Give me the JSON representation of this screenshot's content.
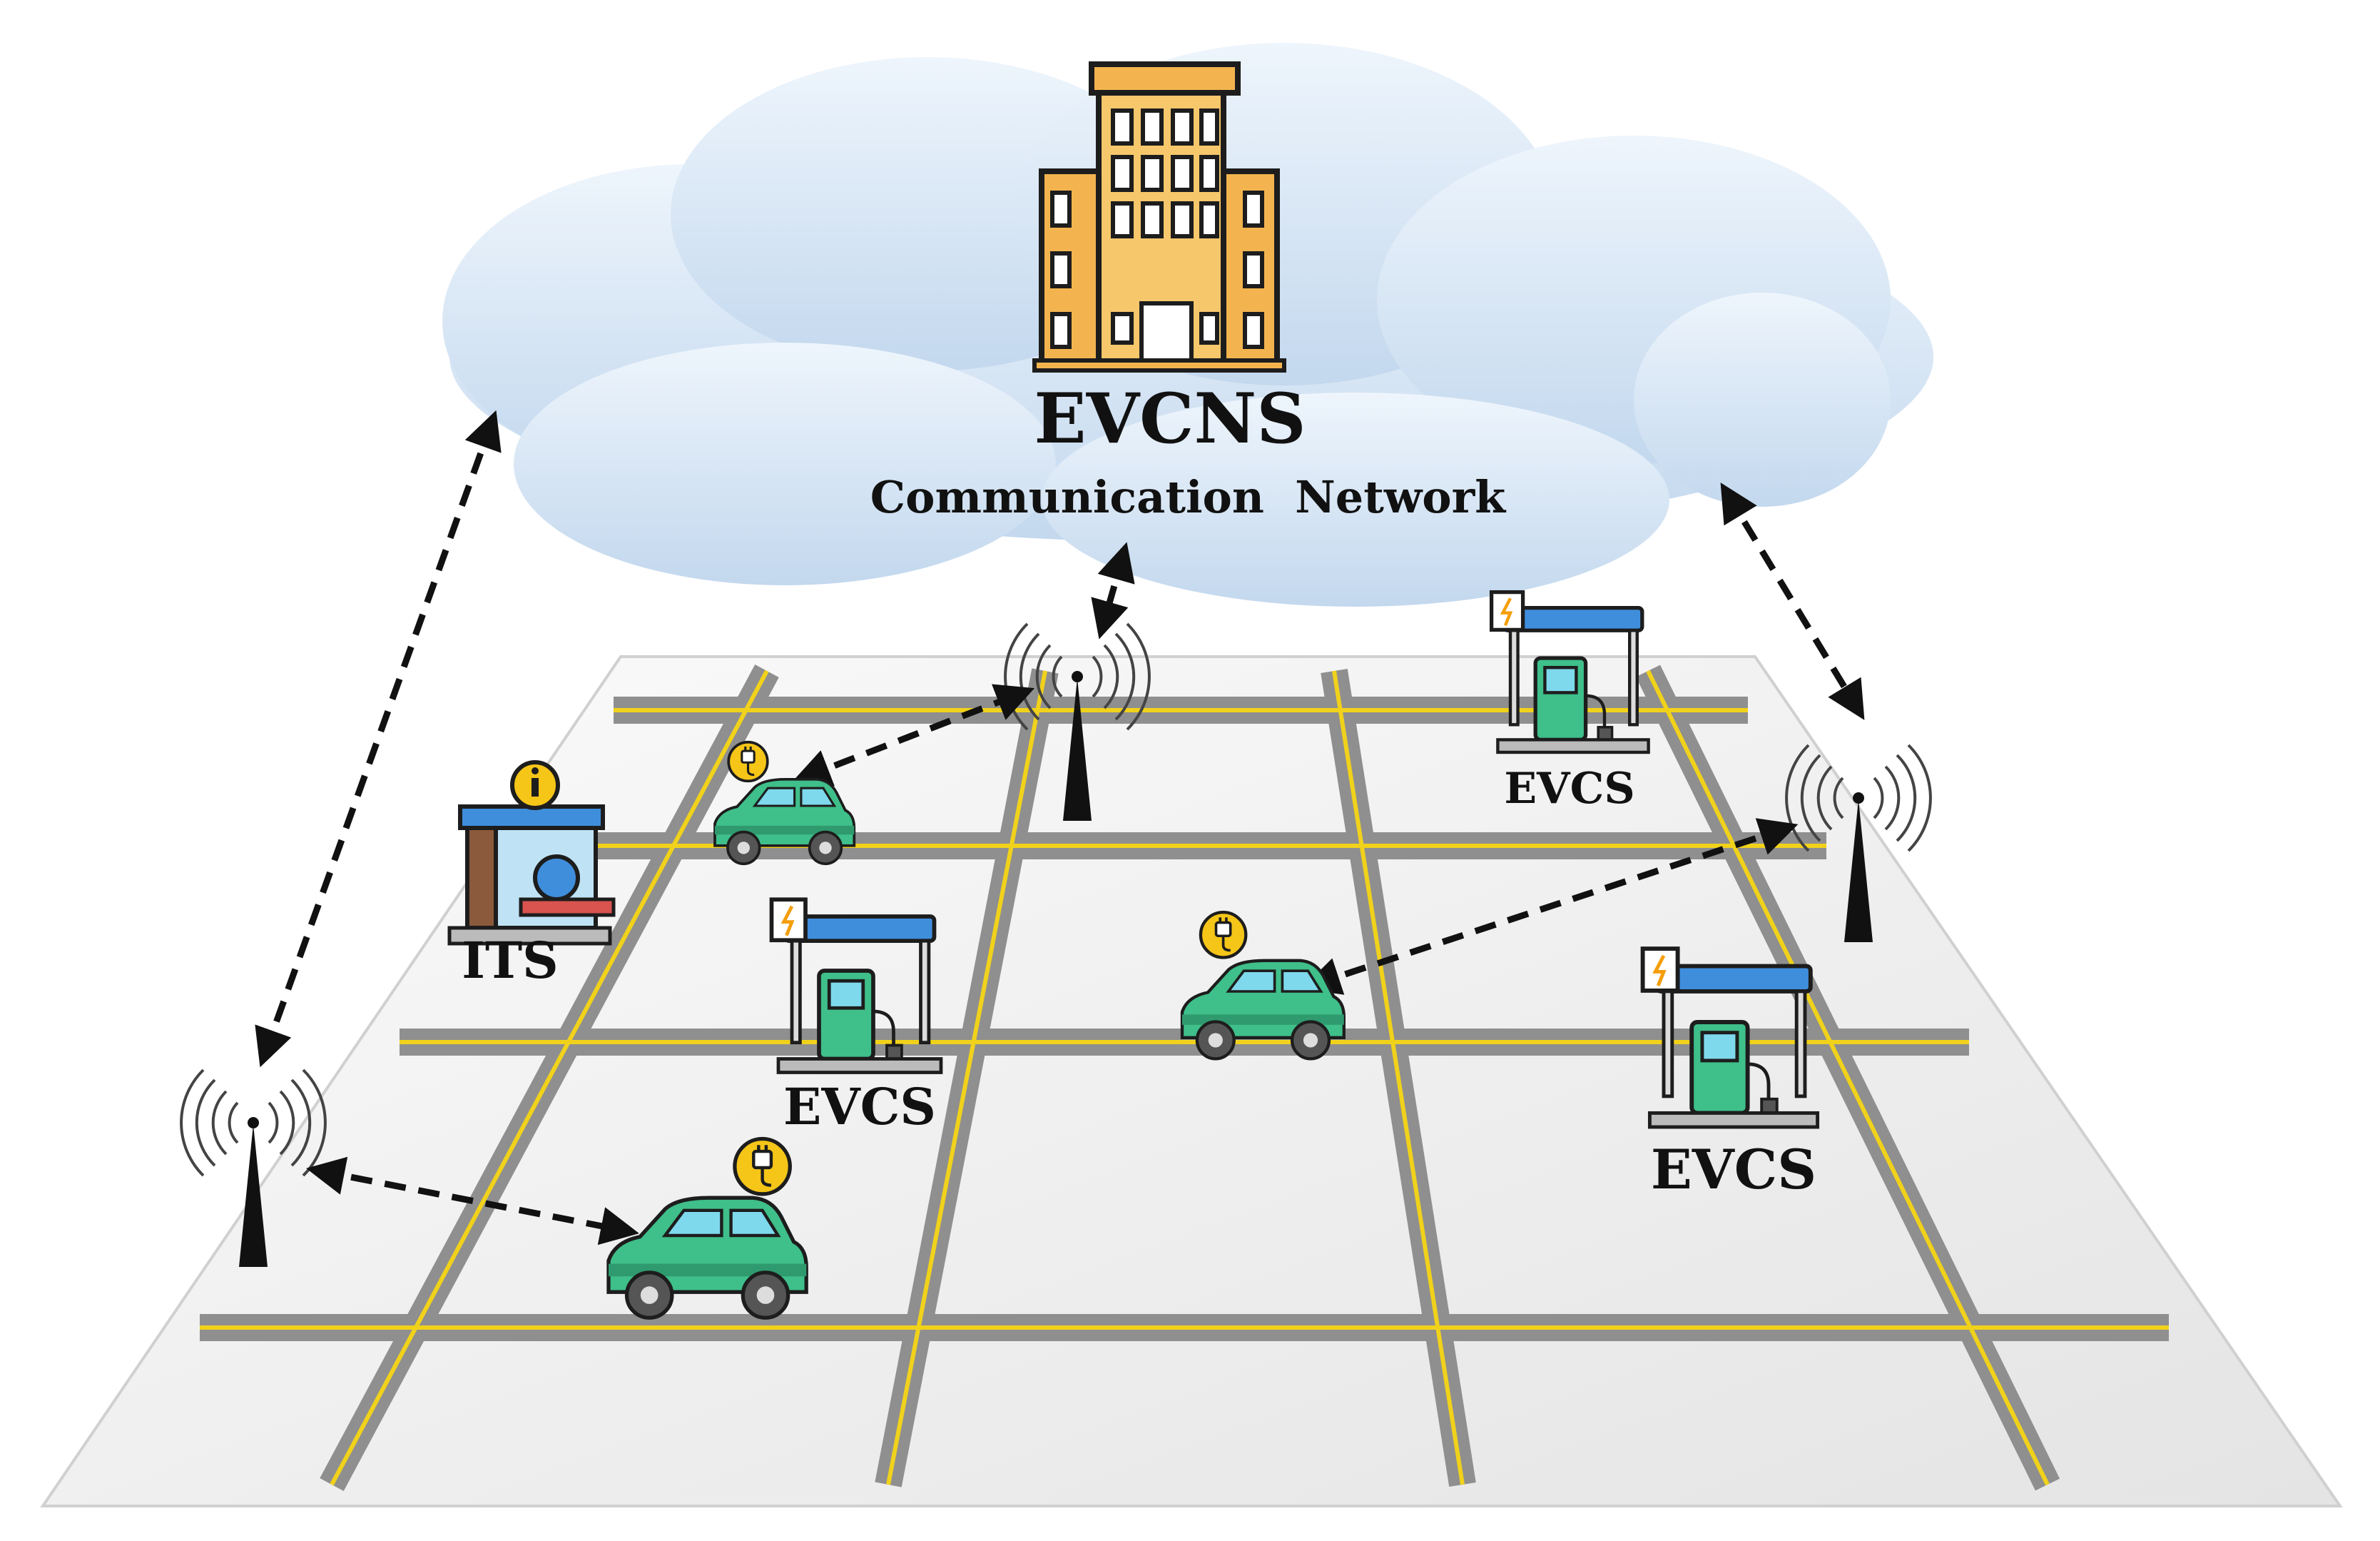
{
  "hq": {
    "title": "EVCNS",
    "subtitle": "Communication  Network"
  },
  "stations": [
    {
      "label": "EVCS"
    },
    {
      "label": "EVCS"
    },
    {
      "label": "EVCS"
    }
  ],
  "its": {
    "label": "ITS"
  },
  "colors": {
    "cloud": "#cfe0f2",
    "road": "#8f8f8f",
    "road_line": "#f1d21b",
    "car_body": "#3fbf8a",
    "charge_badge": "#f5c518",
    "building": "#f3b44f",
    "station_canopy": "#3f8edc",
    "tower": "#111111"
  },
  "icons": [
    "building-icon",
    "car-icon",
    "charging-station-icon",
    "antenna-tower-icon",
    "info-kiosk-icon",
    "plug-badge-icon"
  ]
}
